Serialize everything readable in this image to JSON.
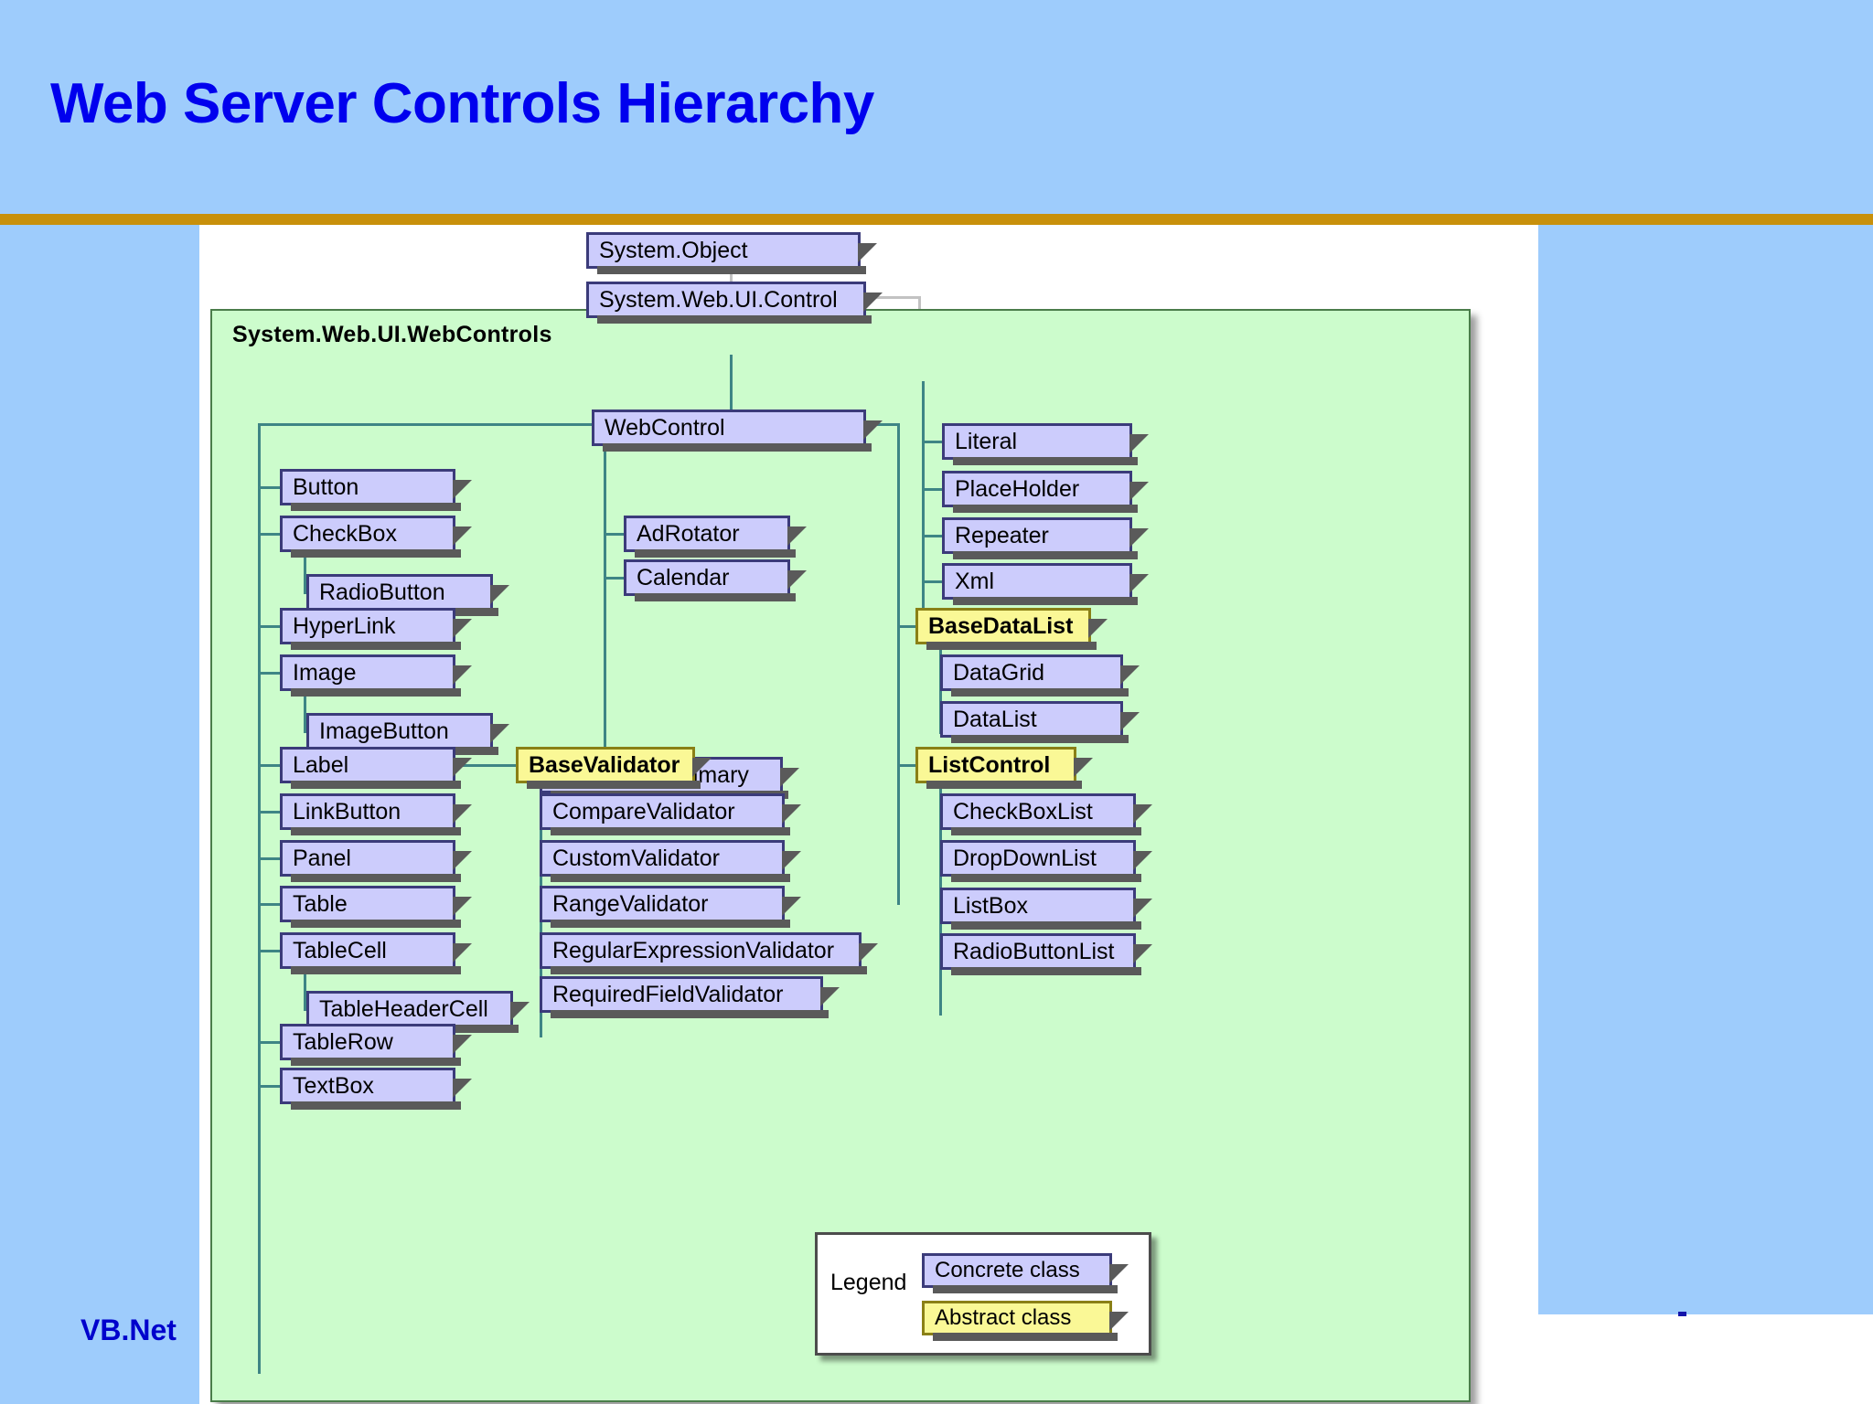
{
  "slide": {
    "title": "Web Server Controls Hierarchy",
    "footer": "VB.Net",
    "title_color": "#0000EE",
    "background_color": "#9ECCFC",
    "rule_color": "#C8900B"
  },
  "diagram": {
    "namespace_label": "System.Web.UI.WebControls",
    "namespace_fill": "#CCFCCC",
    "concrete_fill": "#CCCCFC",
    "concrete_border": "#3B3B7A",
    "abstract_fill": "#FAF896",
    "abstract_border": "#8A8016",
    "connector_color": "#3E8585"
  },
  "roots": {
    "object": "System.Object",
    "control": "System.Web.UI.Control"
  },
  "webcontrol": "WebControl",
  "left_column": [
    "Button",
    "CheckBox",
    "RadioButton",
    "HyperLink",
    "Image",
    "ImageButton",
    "Label",
    "LinkButton",
    "Panel",
    "Table",
    "TableCell",
    "TableHeaderCell",
    "TableRow",
    "TextBox"
  ],
  "middle_column": {
    "adrotator": "AdRotator",
    "calendar": "Calendar",
    "validation_summary": "ValidationSummary",
    "base_validator": "BaseValidator",
    "validators": [
      "CompareValidator",
      "CustomValidator",
      "RangeValidator",
      "RegularExpressionValidator",
      "RequiredFieldValidator"
    ]
  },
  "right_column": {
    "direct": [
      "Literal",
      "PlaceHolder",
      "Repeater",
      "Xml"
    ],
    "base_data_list": "BaseDataList",
    "base_data_list_children": [
      "DataGrid",
      "DataList"
    ],
    "list_control": "ListControl",
    "list_control_children": [
      "CheckBoxList",
      "DropDownList",
      "ListBox",
      "RadioButtonList"
    ]
  },
  "legend": {
    "title": "Legend",
    "concrete": "Concrete class",
    "abstract": "Abstract class"
  }
}
